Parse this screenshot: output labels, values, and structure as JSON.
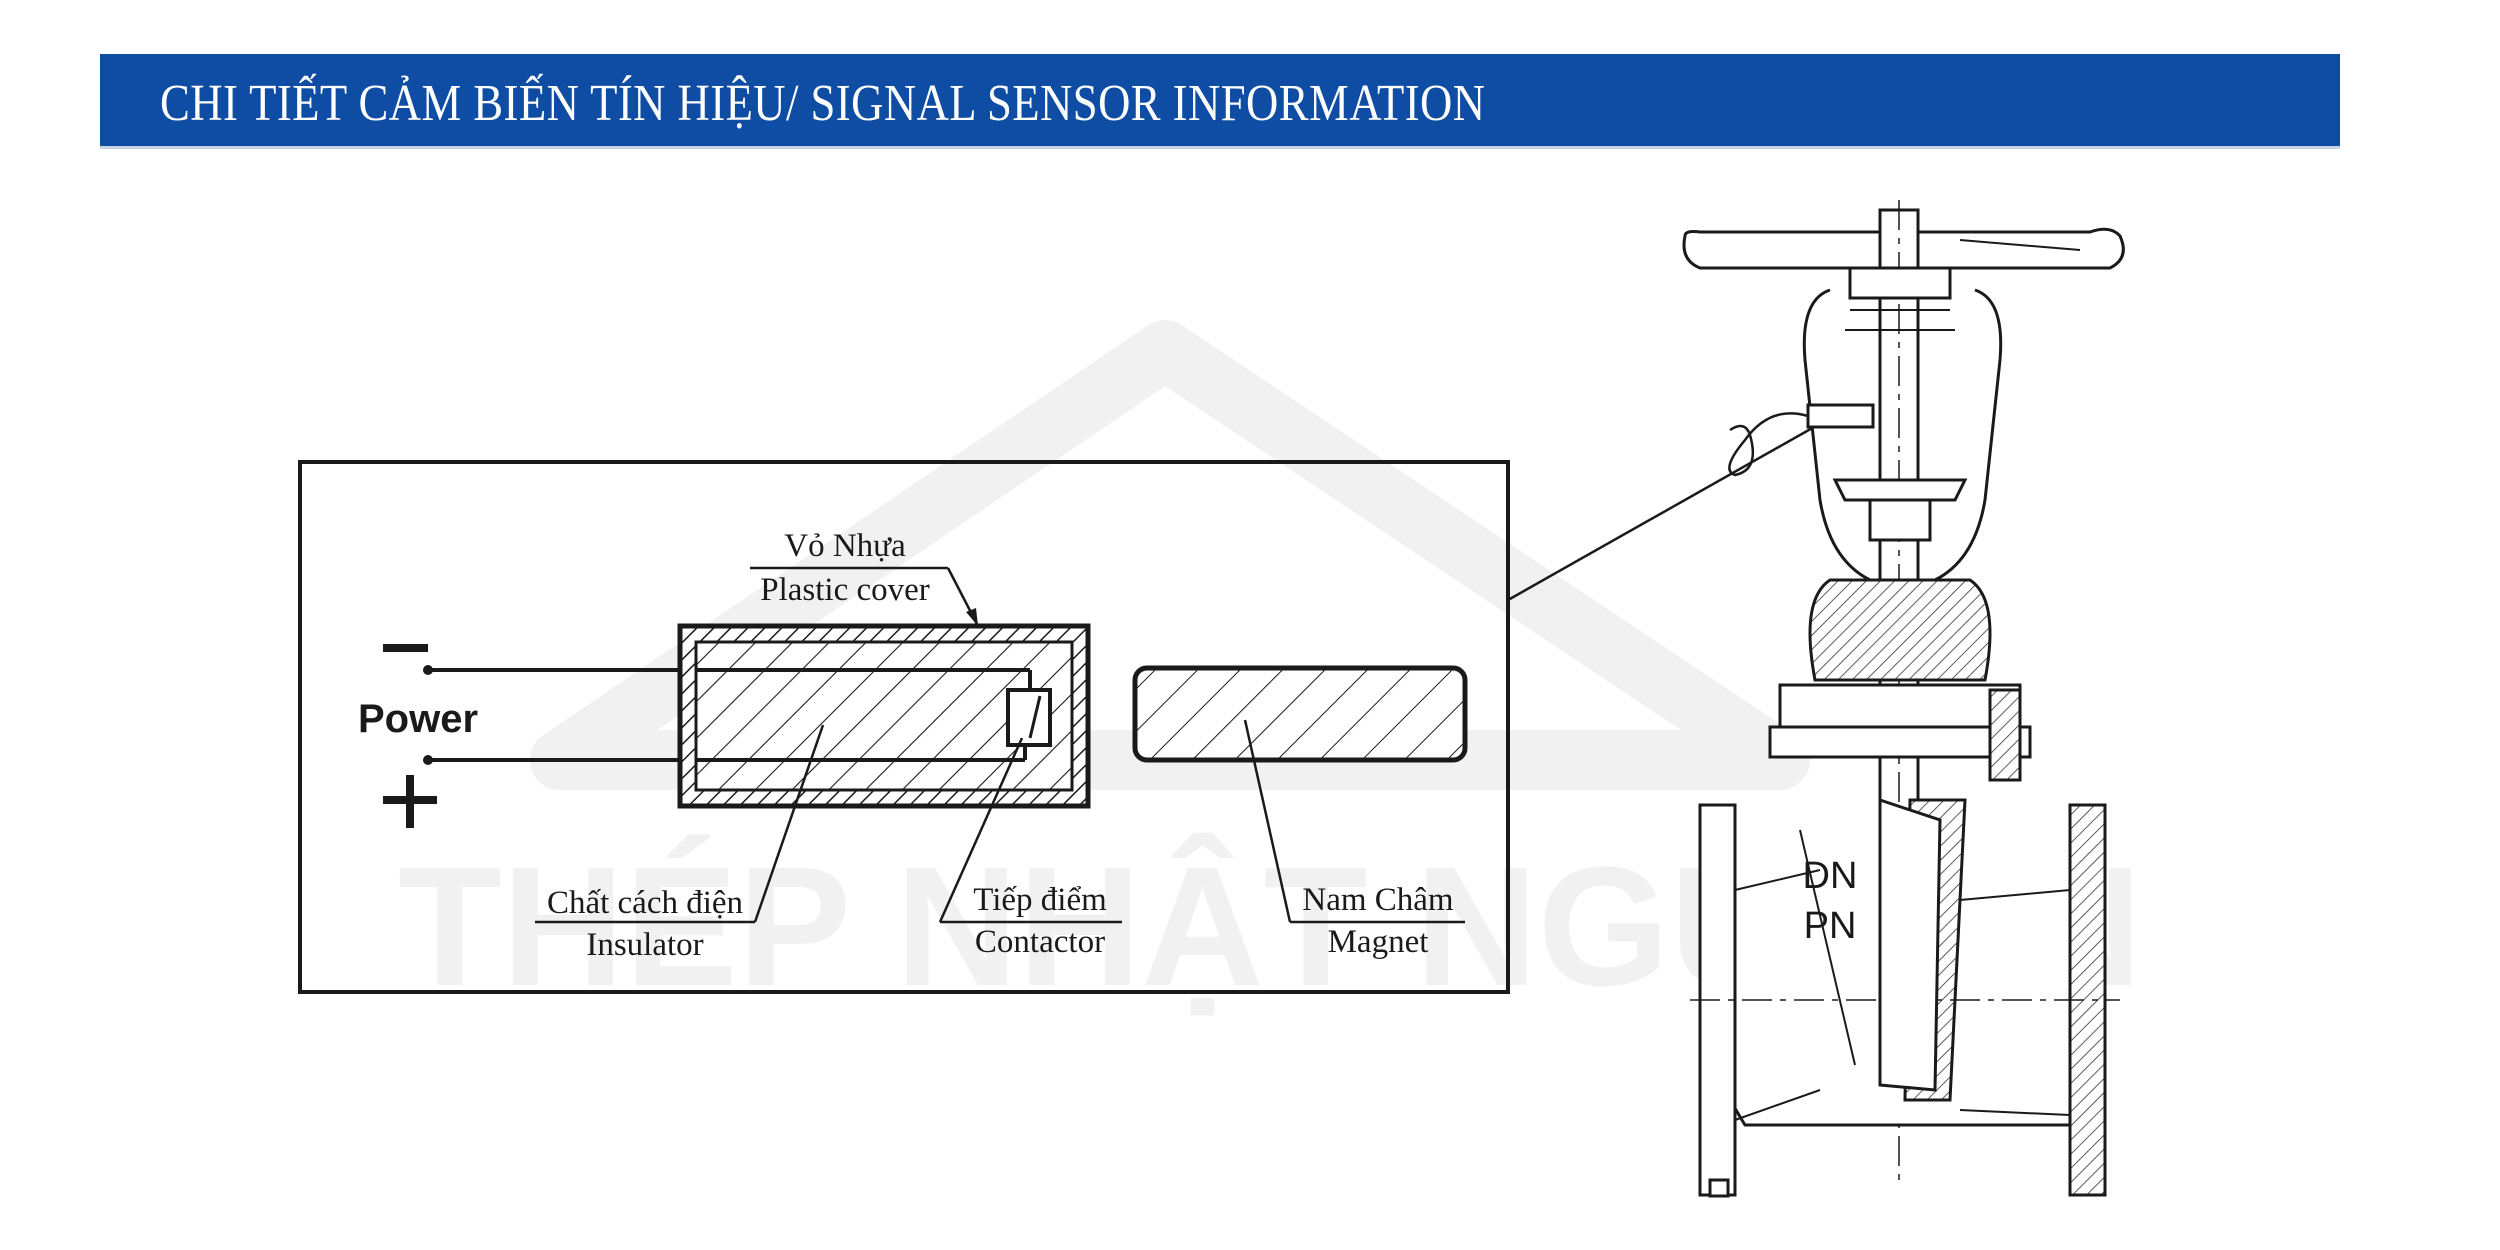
{
  "header": {
    "title": "CHI TIẾT CẢM BIẾN TÍN HIỆU/ SIGNAL SENSOR INFORMATION"
  },
  "sensor_diagram": {
    "power_label": "Power",
    "minus_symbol": "−",
    "plus_symbol": "+",
    "plastic_cover": {
      "vi": "Vỏ Nhựa",
      "en": "Plastic cover"
    },
    "insulator": {
      "vi": "Chất cách điện",
      "en": "Insulator"
    },
    "contactor": {
      "vi": "Tiếp điểm",
      "en": "Contactor"
    },
    "magnet": {
      "vi": "Nam Châm",
      "en": "Magnet"
    }
  },
  "valve_drawing": {
    "dn_label": "DN",
    "pn_label": "PN"
  },
  "watermark": {
    "text": "THÉP NHẬT NGUYÊN"
  },
  "colors": {
    "banner": "#0e4da3",
    "line": "#1a1a1a",
    "watermark": "#f1f1f1"
  }
}
